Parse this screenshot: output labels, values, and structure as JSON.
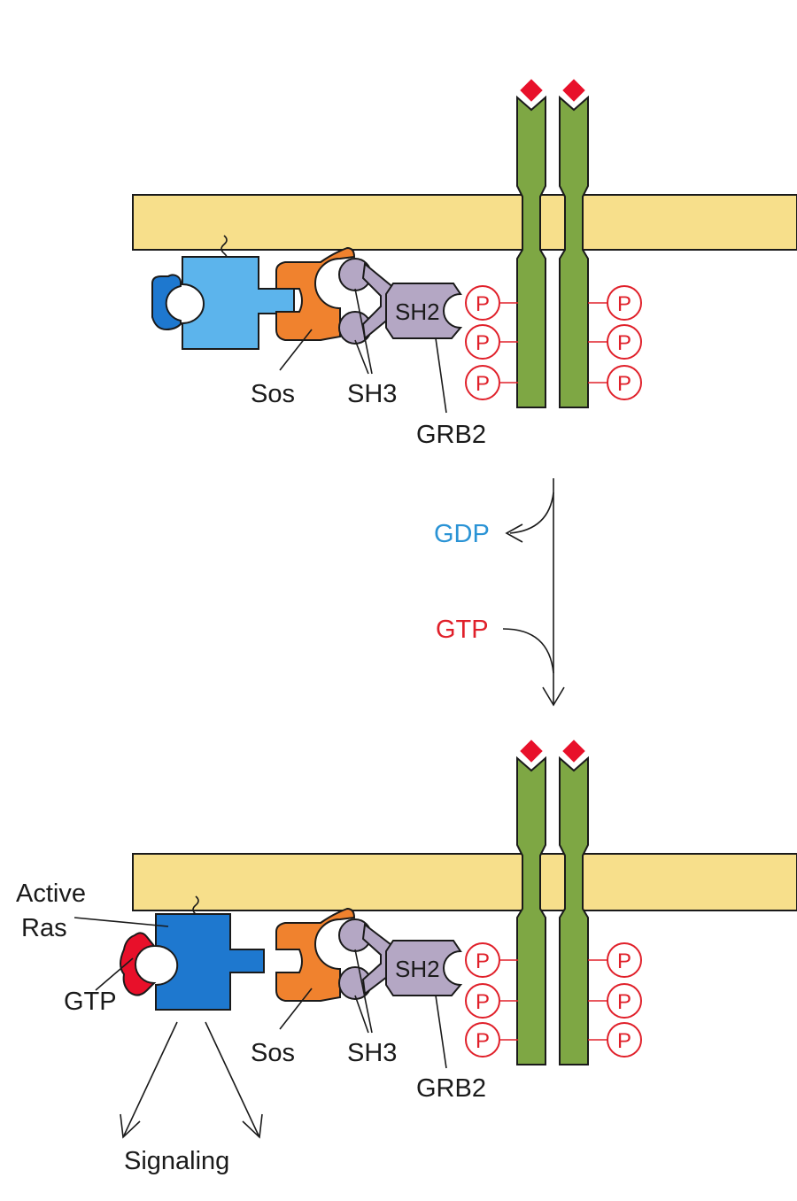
{
  "colors": {
    "membrane": "#f7df8b",
    "receptor": "#7ea744",
    "ligand": "#e8102a",
    "ras_inactive": "#5cb4ec",
    "ras_active": "#1e78cf",
    "gdp_piece": "#1e78cf",
    "gtp_piece": "#e0202a",
    "sos": "#f0822e",
    "grb2": "#b4a7c4",
    "phosphate": "#e0202a",
    "gdp_text": "#2a93d5",
    "gtp_text": "#e0202a"
  },
  "top_panel": {
    "sos_label": "Sos",
    "sh3_label": "SH3",
    "sh2_label": "SH2",
    "grb2_label": "GRB2",
    "phosphate_label": "P"
  },
  "transition": {
    "gdp_label": "GDP",
    "gtp_label": "GTP"
  },
  "bottom_panel": {
    "active_ras_label_line1": "Active",
    "active_ras_label_line2": "Ras",
    "gtp_label": "GTP",
    "sos_label": "Sos",
    "sh3_label": "SH3",
    "sh2_label": "SH2",
    "grb2_label": "GRB2",
    "signaling_label": "Signaling",
    "phosphate_label": "P"
  }
}
